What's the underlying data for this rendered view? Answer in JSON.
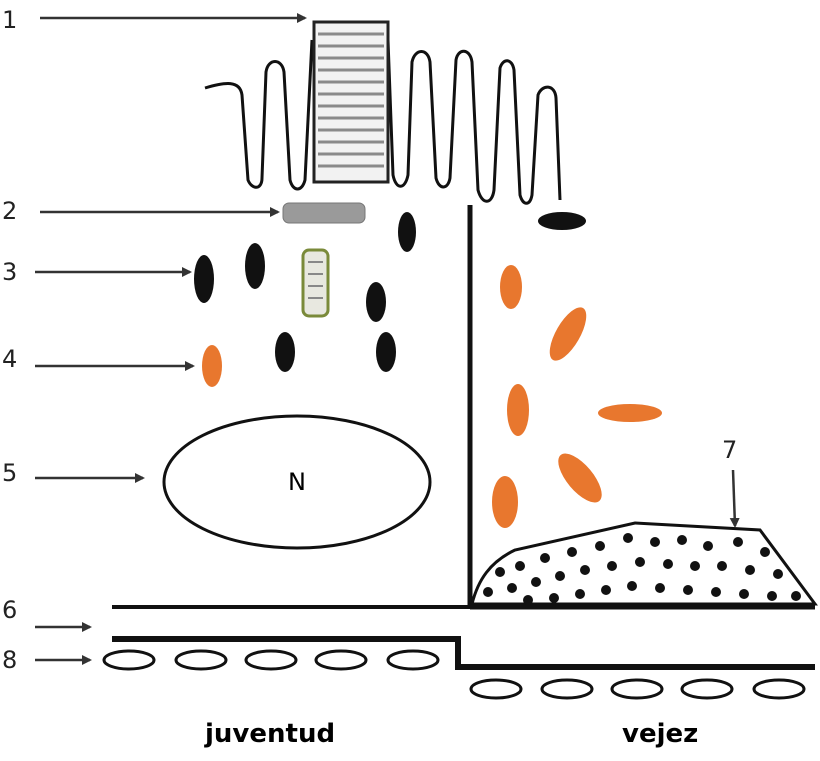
{
  "labels": {
    "l1": "1",
    "l2": "2",
    "l3": "3",
    "l4": "4",
    "l5": "5",
    "l6": "6",
    "l7": "7",
    "l8": "8"
  },
  "nucleus_label": "N",
  "captions": {
    "young": "juventud",
    "old": "vejez"
  },
  "colors": {
    "ink": "#111111",
    "orange": "#e8772e",
    "grey": "#9a9a9a",
    "mito_border": "#7a8a3a"
  }
}
